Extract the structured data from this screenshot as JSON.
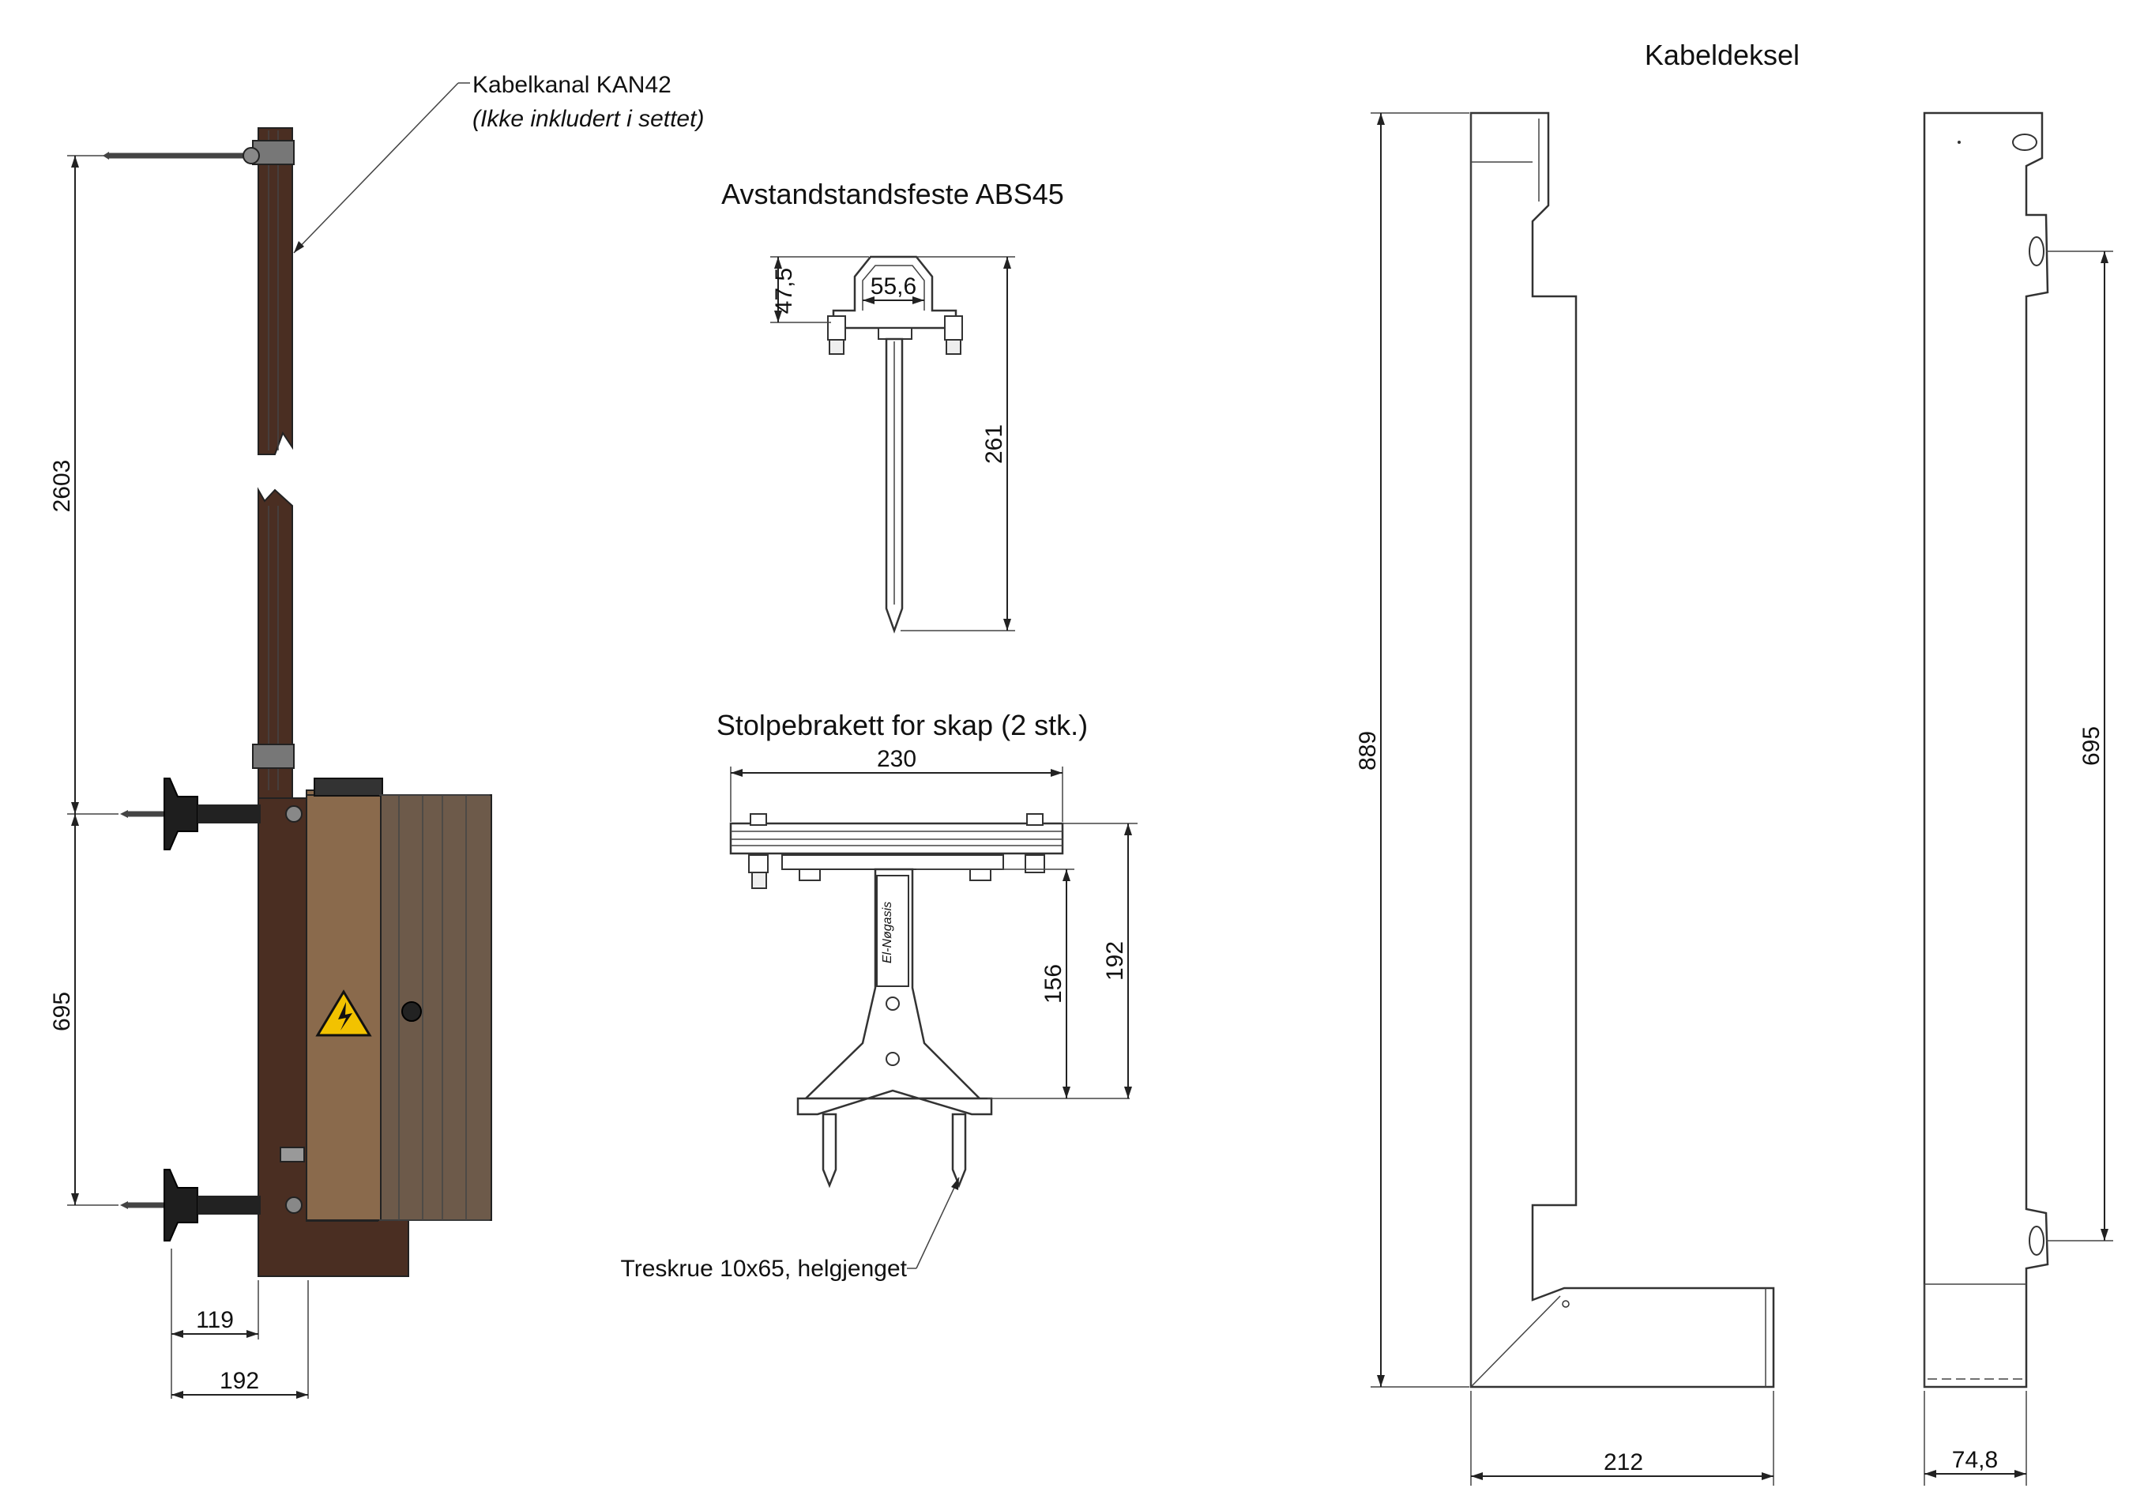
{
  "titles": {
    "abs45": "Avstandstandsfeste ABS45",
    "bracket": "Stolpebrakett for skap (2 stk.)",
    "cover": "Kabeldeksel"
  },
  "notes": {
    "channel_line1": "Kabelkanal KAN42",
    "channel_line2": "(Ikke inkludert i settet)",
    "screw": "Treskrue 10x65, helgjenget"
  },
  "dimensions": {
    "pole_total": "2603",
    "pole_spacing": "695",
    "offset_small": "119",
    "offset_large": "192",
    "abs_height": "47,5",
    "abs_width": "55,6",
    "abs_length": "261",
    "bracket_width": "230",
    "bracket_h1": "156",
    "bracket_h2": "192",
    "cover_height": "889",
    "cover_width": "212",
    "cover_spacing": "695",
    "cover_depth": "74,8"
  },
  "colors": {
    "channel": "#4a2e22",
    "cabinet": "#8a6a4c",
    "cabinet_dark": "#5b4030",
    "cabinet_side": "#6d5a4a",
    "warning": "#f2c200"
  }
}
